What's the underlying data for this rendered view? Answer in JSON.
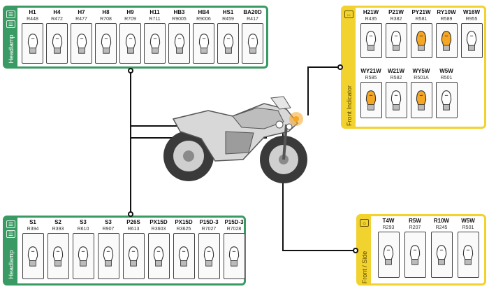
{
  "panels": {
    "top_left": {
      "label": "Headlamp",
      "items": [
        {
          "code": "H1",
          "ref": "R448"
        },
        {
          "code": "H4",
          "ref": "R472"
        },
        {
          "code": "H7",
          "ref": "R477"
        },
        {
          "code": "H8",
          "ref": "R708"
        },
        {
          "code": "H9",
          "ref": "R709"
        },
        {
          "code": "H11",
          "ref": "R711"
        },
        {
          "code": "HB3",
          "ref": "R9005"
        },
        {
          "code": "HB4",
          "ref": "R9006"
        },
        {
          "code": "HS1",
          "ref": "R459"
        },
        {
          "code": "BA20D",
          "ref": "R417"
        }
      ]
    },
    "bottom_left": {
      "label": "Headlamp",
      "items": [
        {
          "code": "S1",
          "ref": "R394"
        },
        {
          "code": "S2",
          "ref": "R393"
        },
        {
          "code": "S3",
          "ref": "R610"
        },
        {
          "code": "S3",
          "ref": "R907"
        },
        {
          "code": "P26S",
          "ref": "R613"
        },
        {
          "code": "PX15D",
          "ref": "R3603"
        },
        {
          "code": "PX15D",
          "ref": "R3625"
        },
        {
          "code": "P15D-3",
          "ref": "R7027"
        },
        {
          "code": "P15D-3",
          "ref": "R7028"
        }
      ]
    },
    "top_right": {
      "label": "Front Indicator",
      "row1": [
        {
          "code": "H21W",
          "ref": "R435",
          "amber": false
        },
        {
          "code": "P21W",
          "ref": "R382",
          "amber": false
        },
        {
          "code": "PY21W",
          "ref": "R581",
          "amber": true
        },
        {
          "code": "RY10W",
          "ref": "R589",
          "amber": true
        },
        {
          "code": "W16W",
          "ref": "R955",
          "amber": false
        }
      ],
      "row2": [
        {
          "code": "WY21W",
          "ref": "R585",
          "amber": true
        },
        {
          "code": "W21W",
          "ref": "R582",
          "amber": false
        },
        {
          "code": "WY5W",
          "ref": "R501A",
          "amber": true
        },
        {
          "code": "W5W",
          "ref": "R501",
          "amber": false
        }
      ]
    },
    "bottom_right": {
      "label": "Front / Side",
      "items": [
        {
          "code": "T4W",
          "ref": "R293"
        },
        {
          "code": "R5W",
          "ref": "R207"
        },
        {
          "code": "R10W",
          "ref": "R245"
        },
        {
          "code": "W5W",
          "ref": "R501"
        }
      ]
    }
  },
  "colors": {
    "green": "#3a9a63",
    "yellow": "#f2d22e",
    "amber": "#f5a623",
    "connector": "#111111"
  },
  "icons": {
    "headlamp": "headlamp-icon",
    "indicator": "indicator-icon",
    "side": "side-light-icon"
  }
}
